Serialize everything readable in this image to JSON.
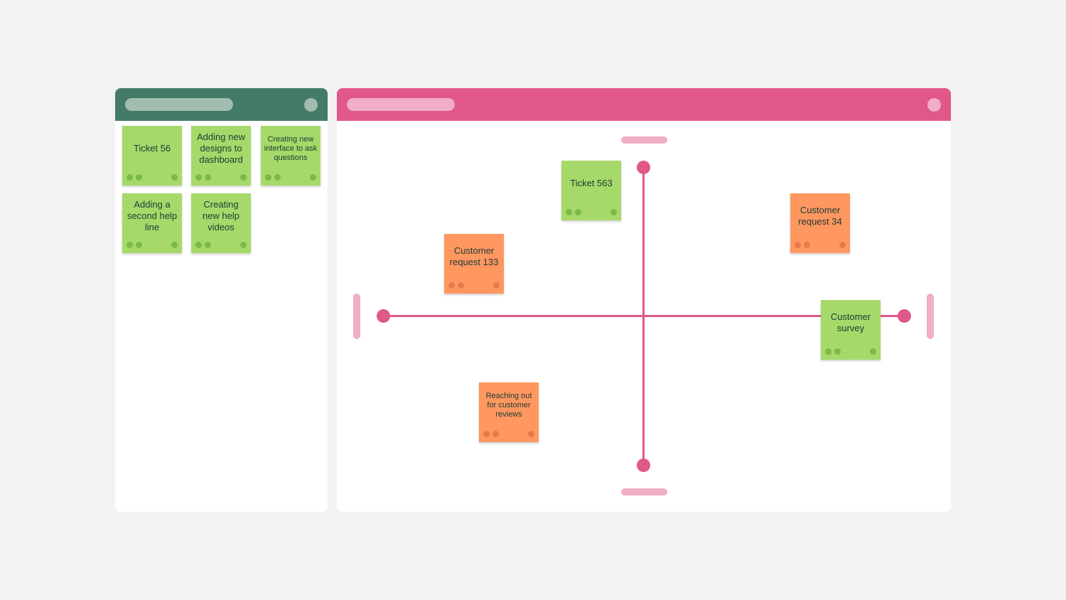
{
  "colors": {
    "background": "#f2f2f2",
    "left_header": "#437b68",
    "left_pill": "#a1bdb0",
    "right_header": "#e0588a",
    "right_pill": "#f0aec7",
    "sticky_green": "#a6d96a",
    "sticky_orange": "#fe9760",
    "axis": "#e0588a"
  },
  "backlog": {
    "notes": [
      {
        "text": "Ticket 56",
        "color": "green"
      },
      {
        "text": "Adding new designs to dashboard",
        "color": "green"
      },
      {
        "text": "Creating new interface to ask questions",
        "color": "green"
      },
      {
        "text": "Adding a second help line",
        "color": "green"
      },
      {
        "text": "Creating new help videos",
        "color": "green"
      }
    ]
  },
  "matrix": {
    "notes": [
      {
        "text": "Ticket 563",
        "color": "green"
      },
      {
        "text": "Customer request 34",
        "color": "orange"
      },
      {
        "text": "Customer request 133",
        "color": "orange"
      },
      {
        "text": "Customer survey",
        "color": "green"
      },
      {
        "text": "Reaching out for customer reviews",
        "color": "orange"
      }
    ]
  }
}
